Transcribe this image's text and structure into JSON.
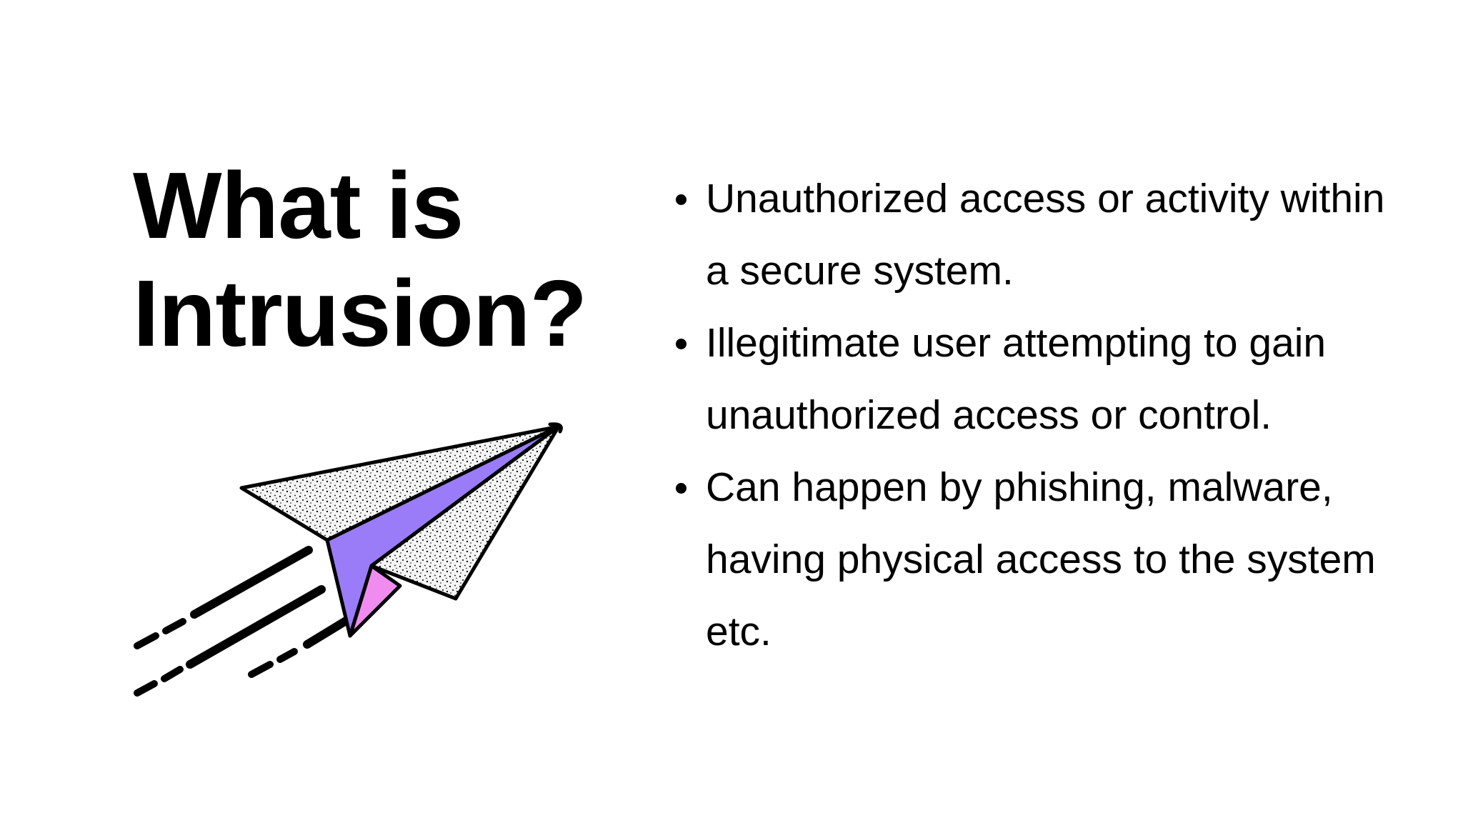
{
  "slide": {
    "title_line1": "What is",
    "title_line2": "Intrusion?",
    "bullets": [
      "Unauthorized access or activity within a secure system.",
      "Illegitimate user attempting to gain unauthorized access or control.",
      "Can happen by phishing, malware, having physical access to the system etc."
    ]
  },
  "illustration": {
    "icon": "paper-plane-icon",
    "colors": {
      "wing_fill": "#f2f2f2",
      "keel_fill": "#9b7cf8",
      "inner_fill": "#f08cf0",
      "stroke": "#000000"
    }
  }
}
